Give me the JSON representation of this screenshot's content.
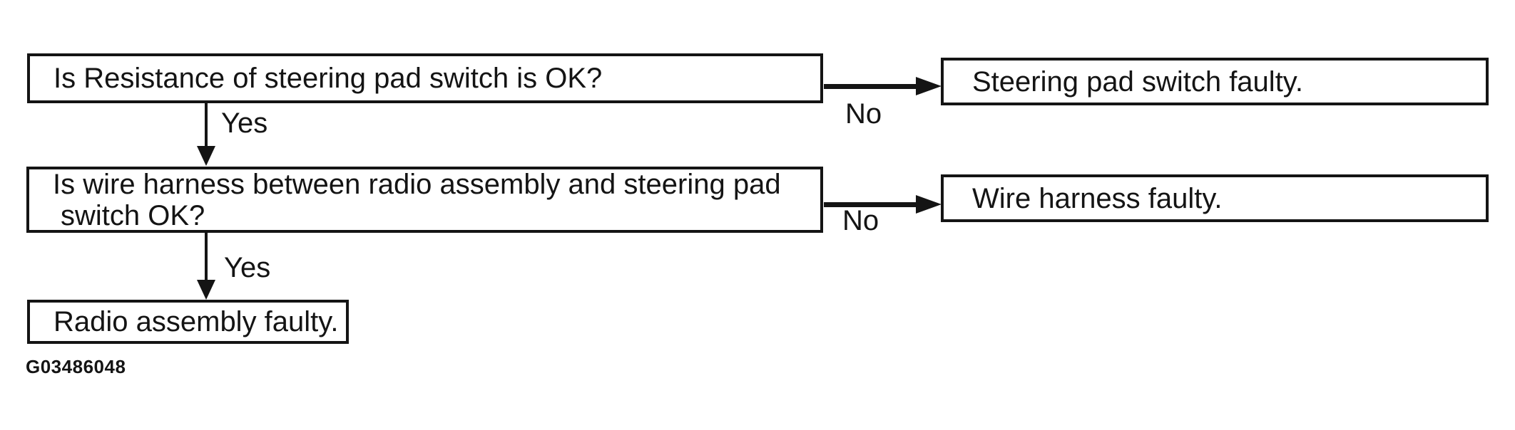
{
  "diagram": {
    "type": "flowchart",
    "colors": {
      "ink": "#141414",
      "background": "#ffffff"
    },
    "nodes": [
      {
        "id": "q1",
        "kind": "question",
        "text": "Is Resistance of steering pad switch is OK?"
      },
      {
        "id": "r1",
        "kind": "result",
        "text": "Steering pad switch faulty."
      },
      {
        "id": "q2",
        "kind": "question",
        "text": "Is wire harness between radio assembly and steering pad switch OK?",
        "lines": [
          "Is wire harness between radio assembly and steering pad",
          "switch OK?"
        ]
      },
      {
        "id": "r2",
        "kind": "result",
        "text": "Wire harness faulty."
      },
      {
        "id": "r3",
        "kind": "result",
        "text": "Radio assembly faulty."
      }
    ],
    "edges": [
      {
        "from": "q1",
        "to": "r1",
        "label": "No"
      },
      {
        "from": "q1",
        "to": "q2",
        "label": "Yes"
      },
      {
        "from": "q2",
        "to": "r2",
        "label": "No"
      },
      {
        "from": "q2",
        "to": "r3",
        "label": "Yes"
      }
    ],
    "figure_id": "G03486048"
  }
}
